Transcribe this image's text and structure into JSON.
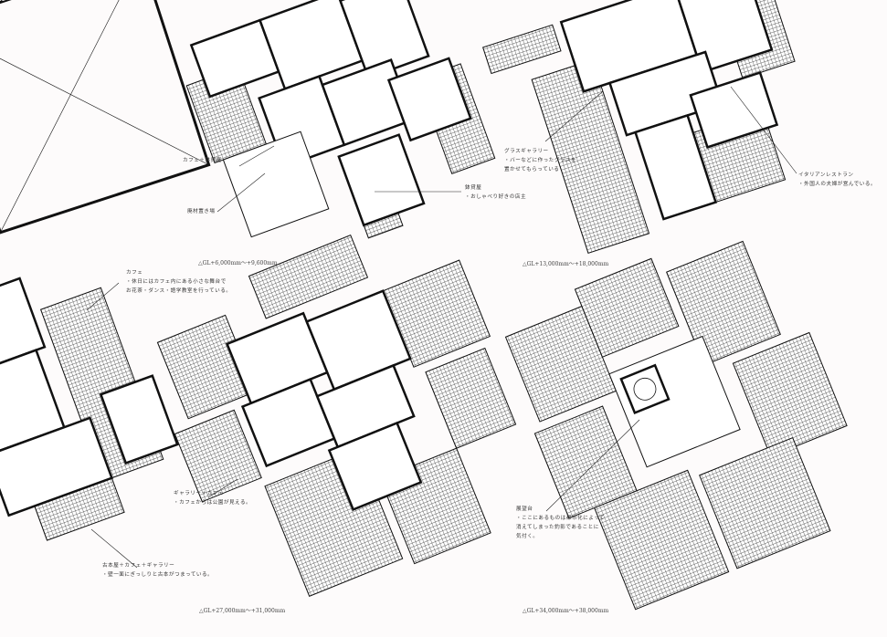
{
  "levels": {
    "level_1": "△GL+6,000mm〜+9,600mm",
    "level_2": "△GL+13,000mm〜+18,000mm",
    "level_3": "△GL+27,000mm〜+31,000mm",
    "level_4": "△GL+34,000mm〜+38,000mm"
  },
  "annotations": {
    "cafe_shop": {
      "title": "カフェ＋鉢貸屋"
    },
    "scrap_yard": {
      "title": "廃材置き場"
    },
    "pot_shop": {
      "title": "鉢貸屋",
      "lines": [
        "・おしゃべり好きの店主"
      ]
    },
    "glass_gallery": {
      "title": "グラスギャラリー",
      "lines": [
        "・バーなどに作ったグラスを",
        "置かせてもらっている"
      ]
    },
    "italian": {
      "title": "イタリアンレストラン",
      "lines": [
        "・外国人の夫婦が営んでいる。"
      ]
    },
    "cafe": {
      "title": "カフェ",
      "lines": [
        "・休日にはカフェ内にある小さな舞台で",
        "お花茶・ダンス・語学教室を行っている。"
      ]
    },
    "gallery_cafe": {
      "title": "ギャラリー＋カフェ",
      "lines": [
        "・カフェからは公園が見える。"
      ]
    },
    "bookshop": {
      "title": "古本屋＋カフェ＋ギャラリー",
      "lines": [
        "・壁一面にぎっしりと古本がつまっている。"
      ]
    },
    "observatory": {
      "title": "展望台",
      "lines": [
        "・ここにあるものは都市化によって",
        "消えてしまった釣影であることに",
        "気付く。"
      ]
    }
  },
  "colors": {
    "ink": "#111111",
    "paper": "#fdfbfb"
  }
}
